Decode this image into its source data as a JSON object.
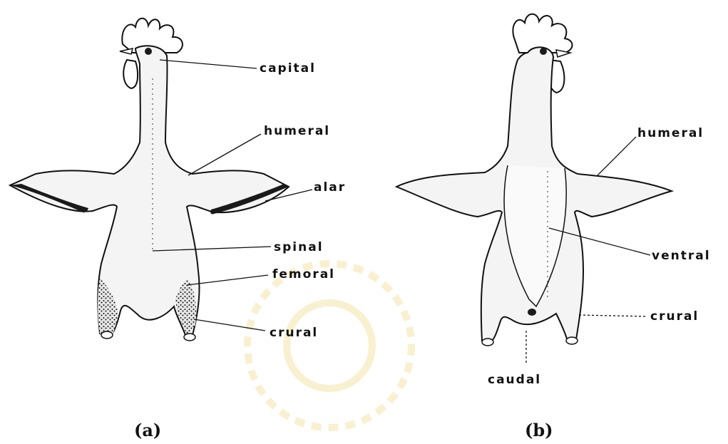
{
  "figure": {
    "panel_a": {
      "caption": "(a)",
      "labels": {
        "capital": "capital",
        "humeral": "humeral",
        "alar": "alar",
        "spinal": "spinal",
        "femoral": "femoral",
        "crural": "crural"
      }
    },
    "panel_b": {
      "caption": "(b)",
      "labels": {
        "humeral": "humeral",
        "ventral": "ventral",
        "crural": "crural",
        "caudal": "caudal"
      }
    }
  },
  "colors": {
    "ink": "#111111",
    "watermark": "#f3e3a8"
  }
}
